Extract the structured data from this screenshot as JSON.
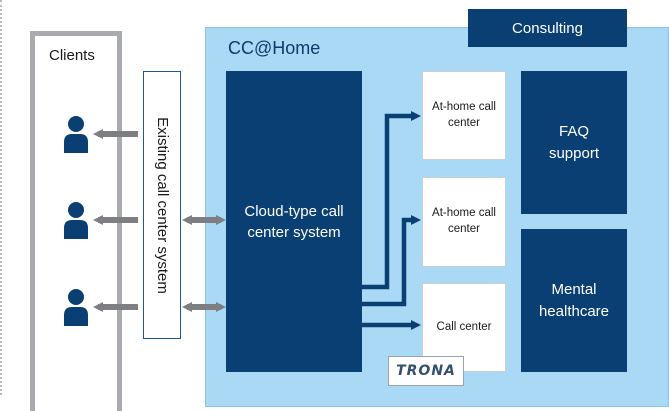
{
  "clients": {
    "label": "Clients",
    "icons": [
      "person-icon",
      "person-icon",
      "person-icon"
    ]
  },
  "existing_system": {
    "label": "Existing call center system"
  },
  "cc_home": {
    "label": "CC@Home"
  },
  "consulting": {
    "label": "Consulting"
  },
  "cloud_system": {
    "label": "Cloud-type call center system"
  },
  "call_centers": [
    {
      "label": "At-home call center"
    },
    {
      "label": "At-home call center"
    },
    {
      "label": "Call center"
    }
  ],
  "services": [
    {
      "label": "FAQ support"
    },
    {
      "label": "Mental healthcare"
    }
  ],
  "logo": {
    "text": "TRONA",
    "icon": "trona-logo"
  },
  "colors": {
    "navy": "#0a3f73",
    "light_blue": "#aad9f6",
    "gray_arrow": "#7d7f82",
    "gray_frame": "#a9abae"
  }
}
